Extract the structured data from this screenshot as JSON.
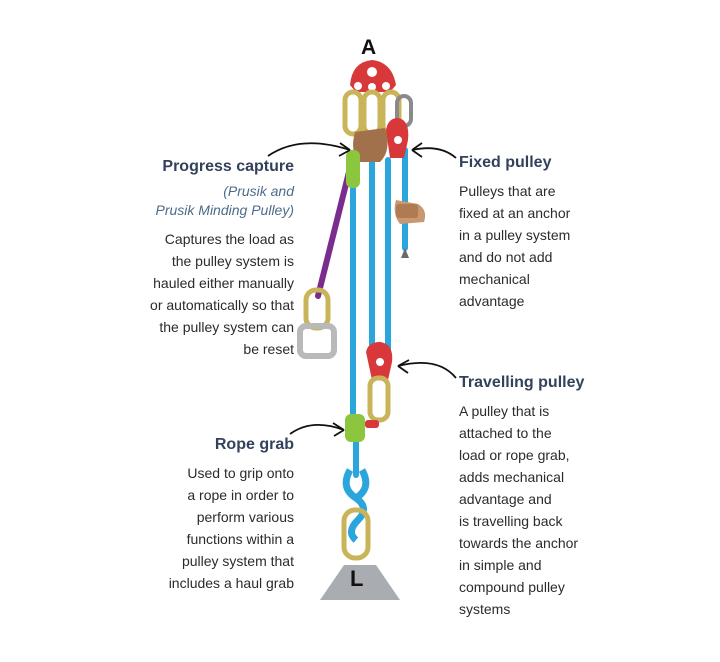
{
  "anchor_label": "A",
  "load_label": "L",
  "colors": {
    "rope_blue": "#2aa6dd",
    "prusik_purple": "#7b2d8e",
    "pulley_red": "#d8383a",
    "anchor_red": "#d8383a",
    "carabiner_gold": "#c9b45a",
    "rope_grab_green": "#8cc63f",
    "heading_navy": "#33425a"
  },
  "progress_capture": {
    "title": "Progress capture",
    "subtitle": [
      "(Prusik and",
      "Prusik Minding Pulley)"
    ],
    "body": [
      "Captures the load as",
      "the pulley system is",
      "hauled either manually",
      "or automatically so that",
      "the pulley system can",
      "be reset"
    ]
  },
  "fixed_pulley": {
    "title": "Fixed pulley",
    "body": [
      "Pulleys that are",
      "fixed at an anchor",
      "in a pulley system",
      "and do not add",
      "mechanical",
      "advantage"
    ]
  },
  "travelling_pulley": {
    "title": "Travelling pulley",
    "body": [
      "A pulley that is",
      "attached to the",
      "load or rope grab,",
      "adds mechanical",
      "advantage and",
      "is travelling back",
      "towards the anchor",
      "in simple and",
      "compound pulley",
      "systems"
    ]
  },
  "rope_grab": {
    "title": "Rope grab",
    "body": [
      "Used to grip onto",
      "a rope in order to",
      "perform various",
      "functions within a",
      "pulley system that",
      "includes a haul grab"
    ]
  }
}
